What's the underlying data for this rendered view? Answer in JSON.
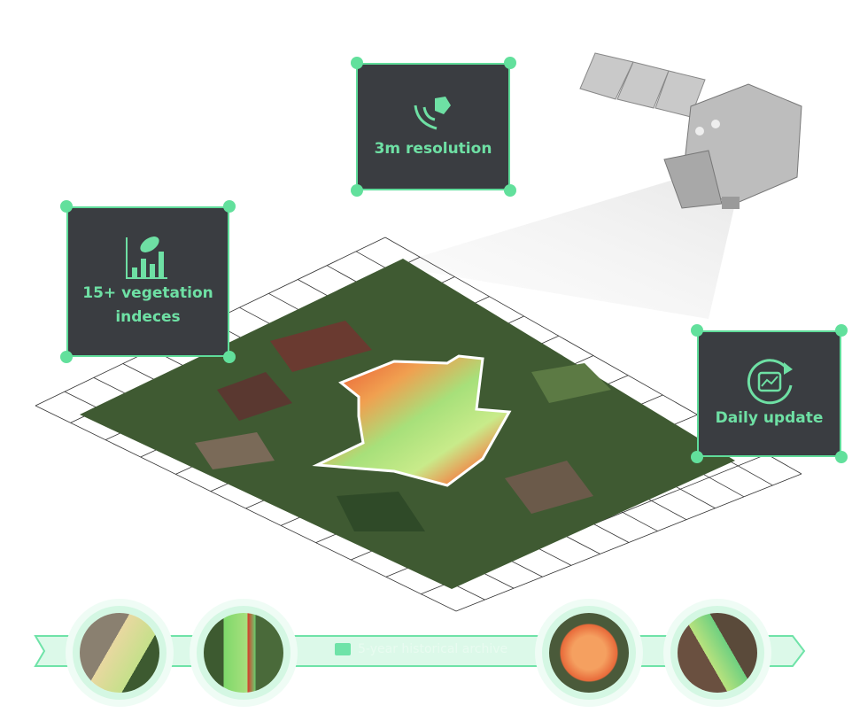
{
  "cards": {
    "resolution": {
      "label": "3m resolution",
      "icon": "satellite-signal-icon"
    },
    "indices": {
      "label_line1": "15+ vegetation",
      "label_line2": "indeces",
      "icon": "leaf-chart-icon"
    },
    "update": {
      "label": "Daily update",
      "icon": "refresh-chart-icon"
    }
  },
  "archive": {
    "label": "5-year historical archive",
    "icon": "folder-clock-icon"
  },
  "colors": {
    "accent": "#5fdc9a",
    "card_bg": "#3a3d41",
    "ribbon": "#dcf9e9"
  }
}
